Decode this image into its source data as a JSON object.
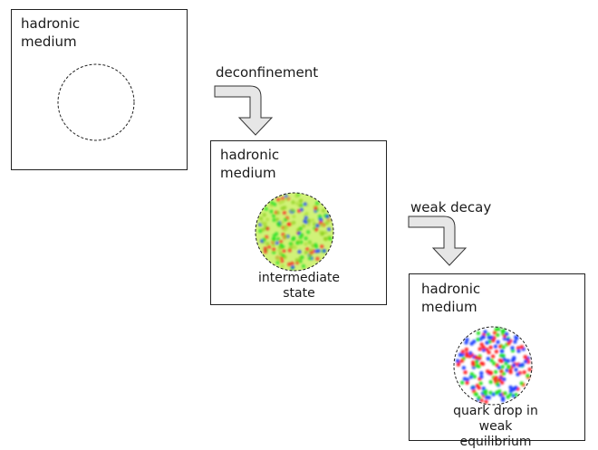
{
  "panels": [
    {
      "id": "initial",
      "line1": "hadronic",
      "line2": "medium",
      "caption1": "",
      "caption2": ""
    },
    {
      "id": "intermediate",
      "line1": "hadronic",
      "line2": "medium",
      "caption1": "intermediate",
      "caption2": "state"
    },
    {
      "id": "final",
      "line1": "hadronic",
      "line2": "medium",
      "caption1": "quark drop in",
      "caption2": "weak equilibrium"
    }
  ],
  "arrows": [
    {
      "label": "deconfinement"
    },
    {
      "label": "weak decay"
    }
  ],
  "colors": {
    "quark_red": "#ff2020",
    "quark_green": "#20e020",
    "quark_blue": "#2040ff",
    "glow": "#c8f060",
    "arrow_fill": "#e6e6e6",
    "border": "#222222"
  }
}
